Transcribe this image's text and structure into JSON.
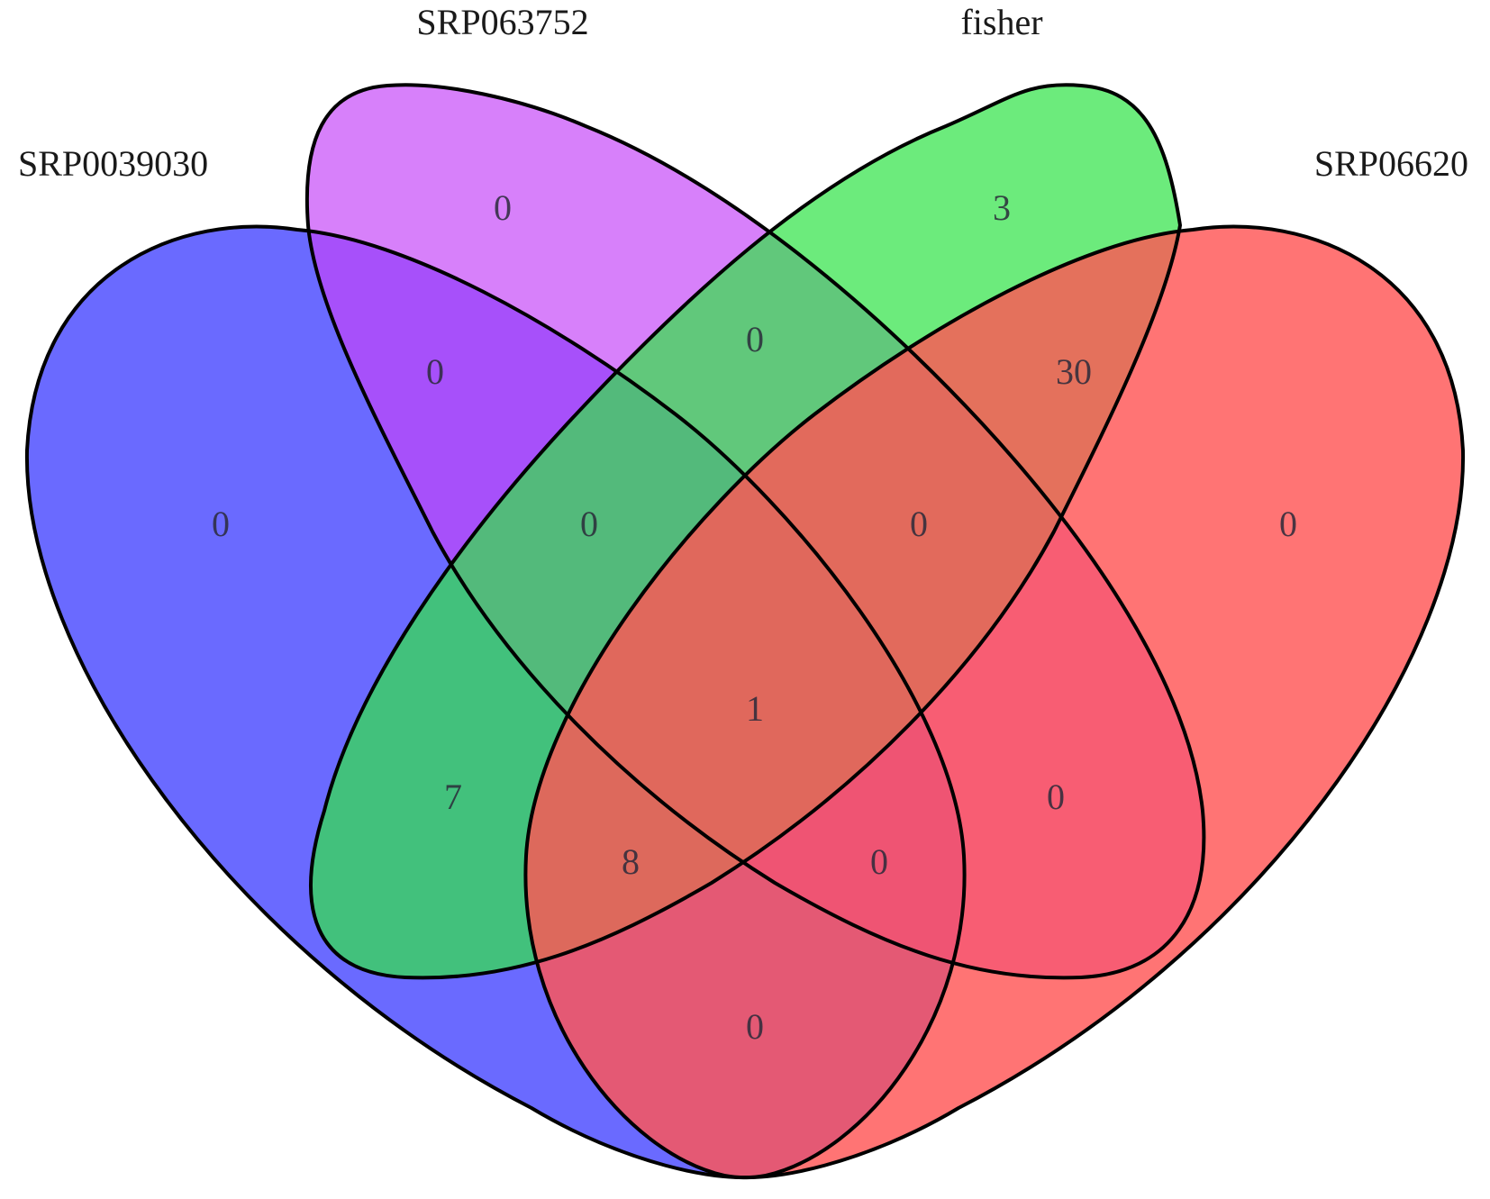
{
  "sets": [
    {
      "key": "A",
      "label": "SRP0039030",
      "color": "#5555ff",
      "opacity": 0.88
    },
    {
      "key": "B",
      "label": "SRP063752",
      "color": "#c444f8",
      "opacity": 0.68
    },
    {
      "key": "C",
      "label": "fisher",
      "color": "#33e34a",
      "opacity": 0.72
    },
    {
      "key": "D",
      "label": "SRP06620",
      "color": "#ff5555",
      "opacity": 0.82
    }
  ],
  "regions": [
    {
      "sets": "B",
      "count": "0"
    },
    {
      "sets": "C",
      "count": "3"
    },
    {
      "sets": "BC",
      "count": "0"
    },
    {
      "sets": "AB",
      "count": "0"
    },
    {
      "sets": "CD",
      "count": "30"
    },
    {
      "sets": "A",
      "count": "0"
    },
    {
      "sets": "ABC",
      "count": "0"
    },
    {
      "sets": "BCD",
      "count": "0"
    },
    {
      "sets": "D",
      "count": "0"
    },
    {
      "sets": "ABCD",
      "count": "1"
    },
    {
      "sets": "AC",
      "count": "7"
    },
    {
      "sets": "BD",
      "count": "0"
    },
    {
      "sets": "ACD",
      "count": "8"
    },
    {
      "sets": "ABD",
      "count": "0"
    },
    {
      "sets": "AD",
      "count": "0"
    }
  ]
}
